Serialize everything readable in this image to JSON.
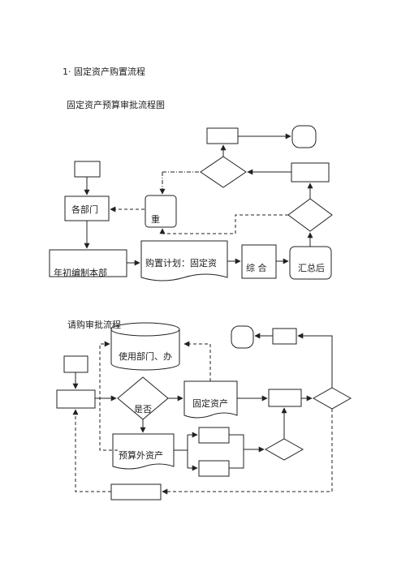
{
  "doc": {
    "section_number": "1",
    "section_title": "固定资产购置流程"
  },
  "diagram1": {
    "title": "固定资产预算审批流程图",
    "labels": {
      "departments": "各部门",
      "annual_compile": "年初编制本部",
      "purchase_plan": "购置计划：固定资",
      "review_partial": "重",
      "comprehensive": "综 合",
      "summary": "汇总后"
    }
  },
  "diagram2": {
    "title": "请购审批流程",
    "labels": {
      "user_dept": "使用部门、办",
      "yes_no": "是否",
      "fixed_asset": "固定资产",
      "outside_budget": "预算外资产"
    }
  }
}
